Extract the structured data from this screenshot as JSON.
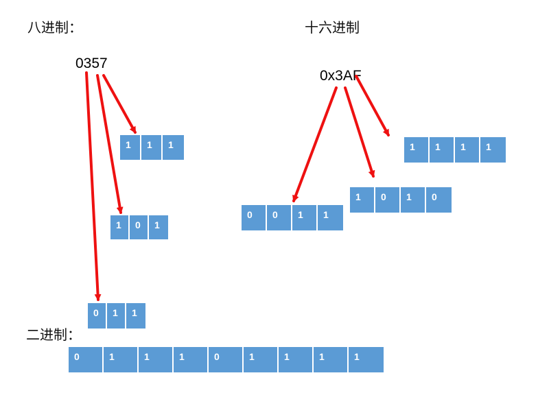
{
  "titles": {
    "octal": "八进制：",
    "hex": "十六进制",
    "binary": "二进制："
  },
  "numbers": {
    "octal": "0357",
    "hex": "0x3AF"
  },
  "groups": {
    "octal_top": [
      "1",
      "1",
      "1"
    ],
    "octal_mid": [
      "1",
      "0",
      "1"
    ],
    "octal_low": [
      "0",
      "1",
      "1"
    ],
    "hex_high": [
      "0",
      "0",
      "1",
      "1"
    ],
    "hex_mid": [
      "1",
      "0",
      "1",
      "0"
    ],
    "hex_low": [
      "1",
      "1",
      "1",
      "1"
    ],
    "binary": [
      "0",
      "1",
      "1",
      "1",
      "0",
      "1",
      "1",
      "1",
      "1"
    ]
  },
  "colors": {
    "cell": "#5b9bd5",
    "arrow": "#ee1111"
  }
}
